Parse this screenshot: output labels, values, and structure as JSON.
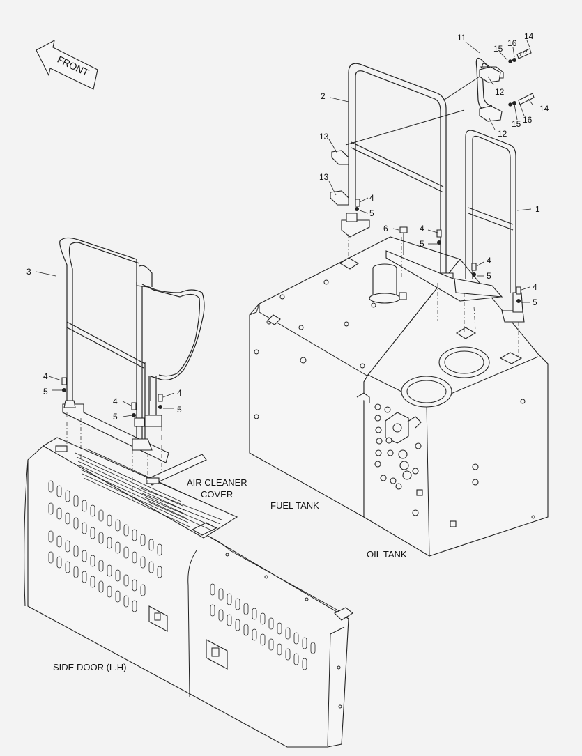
{
  "diagram": {
    "front_label": "FRONT",
    "captions": {
      "air_cleaner_line1": "AIR CLEANER",
      "air_cleaner_line2": "COVER",
      "fuel_tank": "FUEL TANK",
      "oil_tank": "OIL TANK",
      "side_door": "SIDE DOOR (L.H)"
    },
    "callouts": {
      "c11": "11",
      "c16a": "16",
      "c14a": "14",
      "c15a": "15",
      "c12a": "12",
      "c2": "2",
      "c14b": "14",
      "c15b": "15",
      "c16b": "16",
      "c12b": "12",
      "c13a": "13",
      "c13b": "13",
      "c4a": "4",
      "c5a": "5",
      "c6": "6",
      "c4b": "4",
      "c5b": "5",
      "c1": "1",
      "c4c": "4",
      "c5c": "5",
      "c4d": "4",
      "c5d": "5",
      "c3": "3",
      "c4e": "4",
      "c5e": "5",
      "c4f": "4",
      "c5f": "5",
      "c4g": "4",
      "c5g": "5"
    }
  }
}
